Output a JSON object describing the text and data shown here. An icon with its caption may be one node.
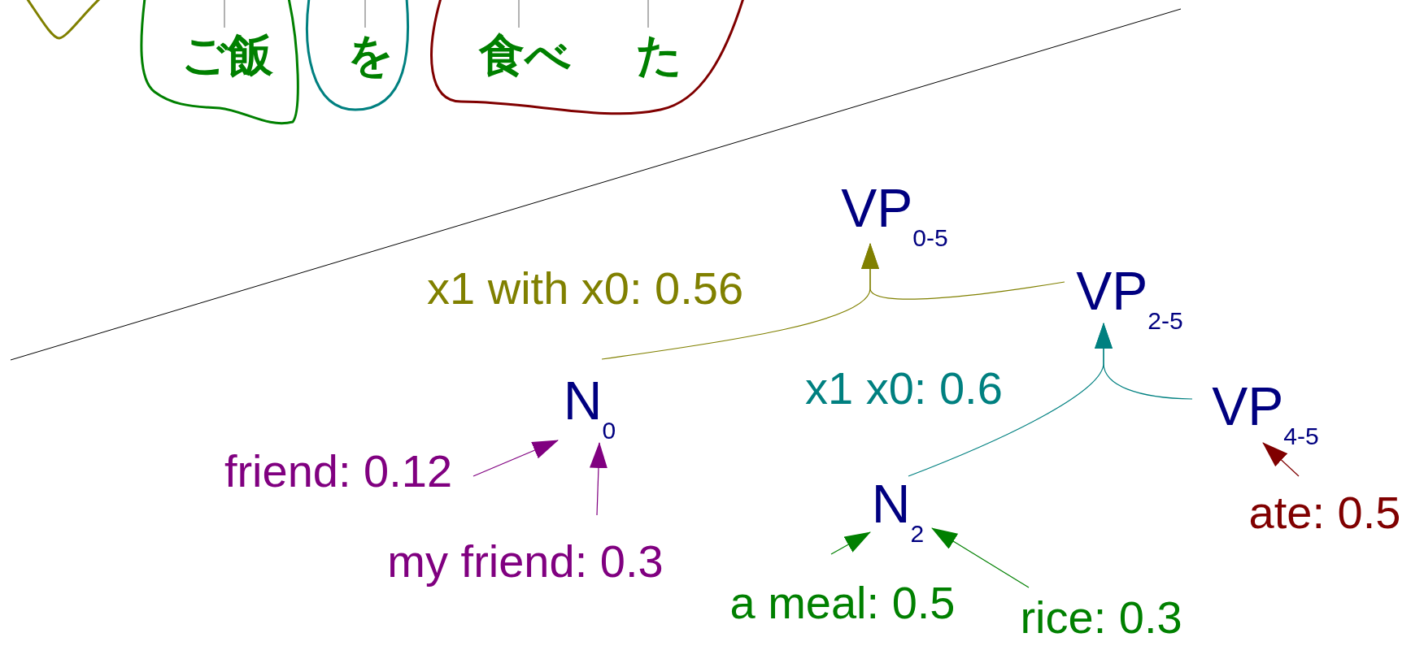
{
  "diagram": {
    "nodes": [
      {
        "text": [],
        "shape": "blob"
      },
      {
        "text": [
          "ご飯"
        ]
      },
      {
        "text": [
          "を"
        ]
      },
      {
        "text": [
          "食べ",
          "た"
        ]
      },
      {
        "text": [
          "VP$_{0-5}$"
        ]
      },
      {
        "text": [
          "VP$_{2-5}$"
        ]
      },
      {
        "text": [
          "N$_{0}$"
        ]
      },
      {
        "text": [
          "VP$_{4-5}$"
        ]
      },
      {
        "text": [
          "friend: 0.12"
        ]
      },
      {
        "text": [
          "N$_{2}$"
        ]
      },
      {
        "text": [
          "ate: 0.5"
        ]
      },
      {
        "text": [
          "my friend: 0.3"
        ]
      },
      {
        "text": [
          "a meal: 0.5"
        ]
      },
      {
        "text": [
          "rice: 0.3"
        ]
      }
    ],
    "edges": [
      {
        "from": 6,
        "to": 4,
        "arrow": "to",
        "label": "x1 with x0: 0.56",
        "color": "#808000"
      },
      {
        "from": 5,
        "to": 4,
        "arrow": "to",
        "color": "#808000"
      },
      {
        "from": 9,
        "to": 5,
        "arrow": "to",
        "label": "x1 x0: 0.6",
        "color": "#008080"
      },
      {
        "from": 7,
        "to": 5,
        "arrow": "to",
        "color": "#008080"
      },
      {
        "from": 8,
        "to": 6,
        "arrow": "to",
        "color": "#800080"
      },
      {
        "from": 11,
        "to": 6,
        "arrow": "to",
        "color": "#800080"
      },
      {
        "from": 12,
        "to": 9,
        "arrow": "to",
        "color": "#008000"
      },
      {
        "from": 13,
        "to": 9,
        "arrow": "to",
        "color": "#008000"
      },
      {
        "from": 10,
        "to": 7,
        "arrow": "to",
        "color": "#800000"
      }
    ]
  }
}
